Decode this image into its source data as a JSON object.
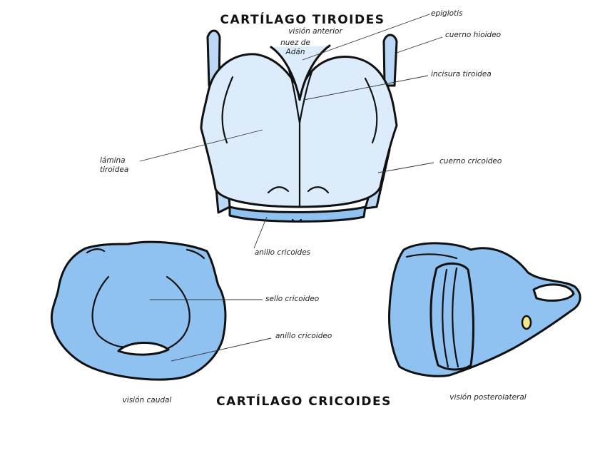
{
  "titles": {
    "thyroid": "CARTÍLAGO TIROIDES",
    "cricoid": "CARTÍLAGO CRICOIDES"
  },
  "thyroid_labels": {
    "view": "visión anterior",
    "adam_1": "nuez de",
    "adam_2": "Adán",
    "epiglottis": "epiglotis",
    "hyoid_horn": "cuerno hioideo",
    "notch": "incisura tiroidea",
    "lamina_1": "lámina",
    "lamina_2": "tiroidea",
    "cricoid_horn": "cuerno cricoideo",
    "cricoid_ring": "anillo cricoides"
  },
  "cricoid_labels": {
    "seal": "sello cricoideo",
    "ring": "anillo cricoideo",
    "caudal_view": "visión caudal",
    "posterolateral_view": "visión posterolateral"
  },
  "colors": {
    "light_blue": "#dcecfb",
    "mid_blue": "#bad8f5",
    "cricoid_blue": "#8fc2f0",
    "facet_yellow": "#f4e98a",
    "outline": "#111111"
  }
}
